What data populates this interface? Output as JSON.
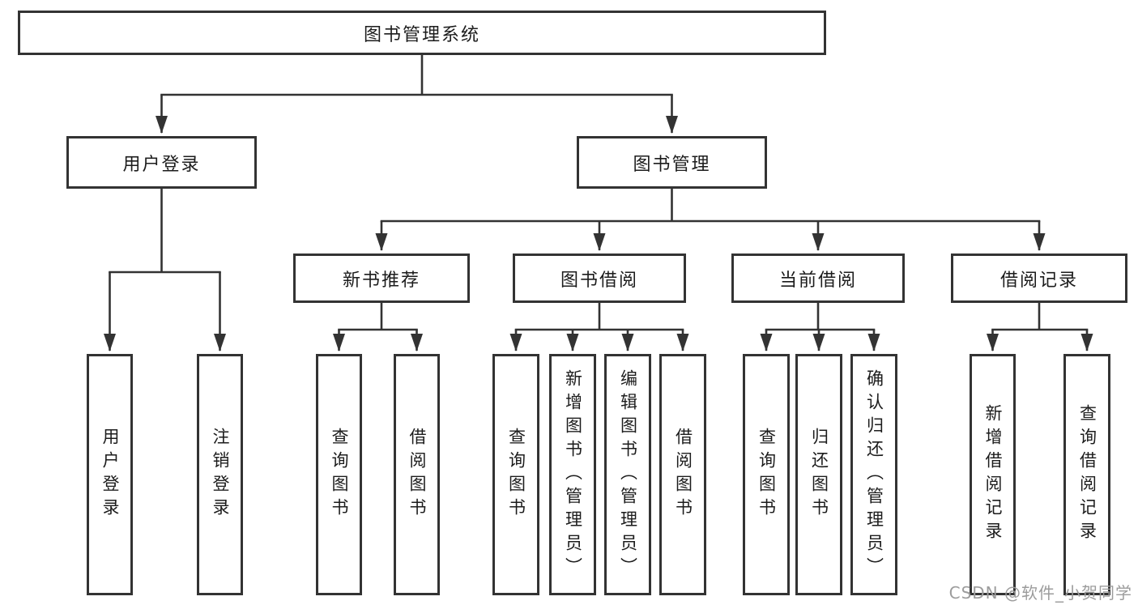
{
  "tree": {
    "root": {
      "label": "图书管理系统",
      "children": [
        {
          "label": "用户登录",
          "children": [
            {
              "label": "用户登录"
            },
            {
              "label": "注销登录"
            }
          ]
        },
        {
          "label": "图书管理",
          "children": [
            {
              "label": "新书推荐",
              "children": [
                {
                  "label": "查询图书"
                },
                {
                  "label": "借阅图书"
                }
              ]
            },
            {
              "label": "图书借阅",
              "children": [
                {
                  "label": "查询图书"
                },
                {
                  "label": "新增图书（管理员）"
                },
                {
                  "label": "编辑图书（管理员）"
                },
                {
                  "label": "借阅图书"
                }
              ]
            },
            {
              "label": "当前借阅",
              "children": [
                {
                  "label": "查询图书"
                },
                {
                  "label": "归还图书"
                },
                {
                  "label": "确认归还（管理员）"
                }
              ]
            },
            {
              "label": "借阅记录",
              "children": [
                {
                  "label": "新增借阅记录"
                },
                {
                  "label": "查询借阅记录"
                }
              ]
            }
          ]
        }
      ]
    }
  },
  "watermark": {
    "text": "CSDN @软件_小贺同学"
  },
  "colors": {
    "line": "#333333",
    "box_border": "#333333",
    "text": "#1c1c1c",
    "watermark": "#9c9c9c",
    "background": "#ffffff"
  }
}
